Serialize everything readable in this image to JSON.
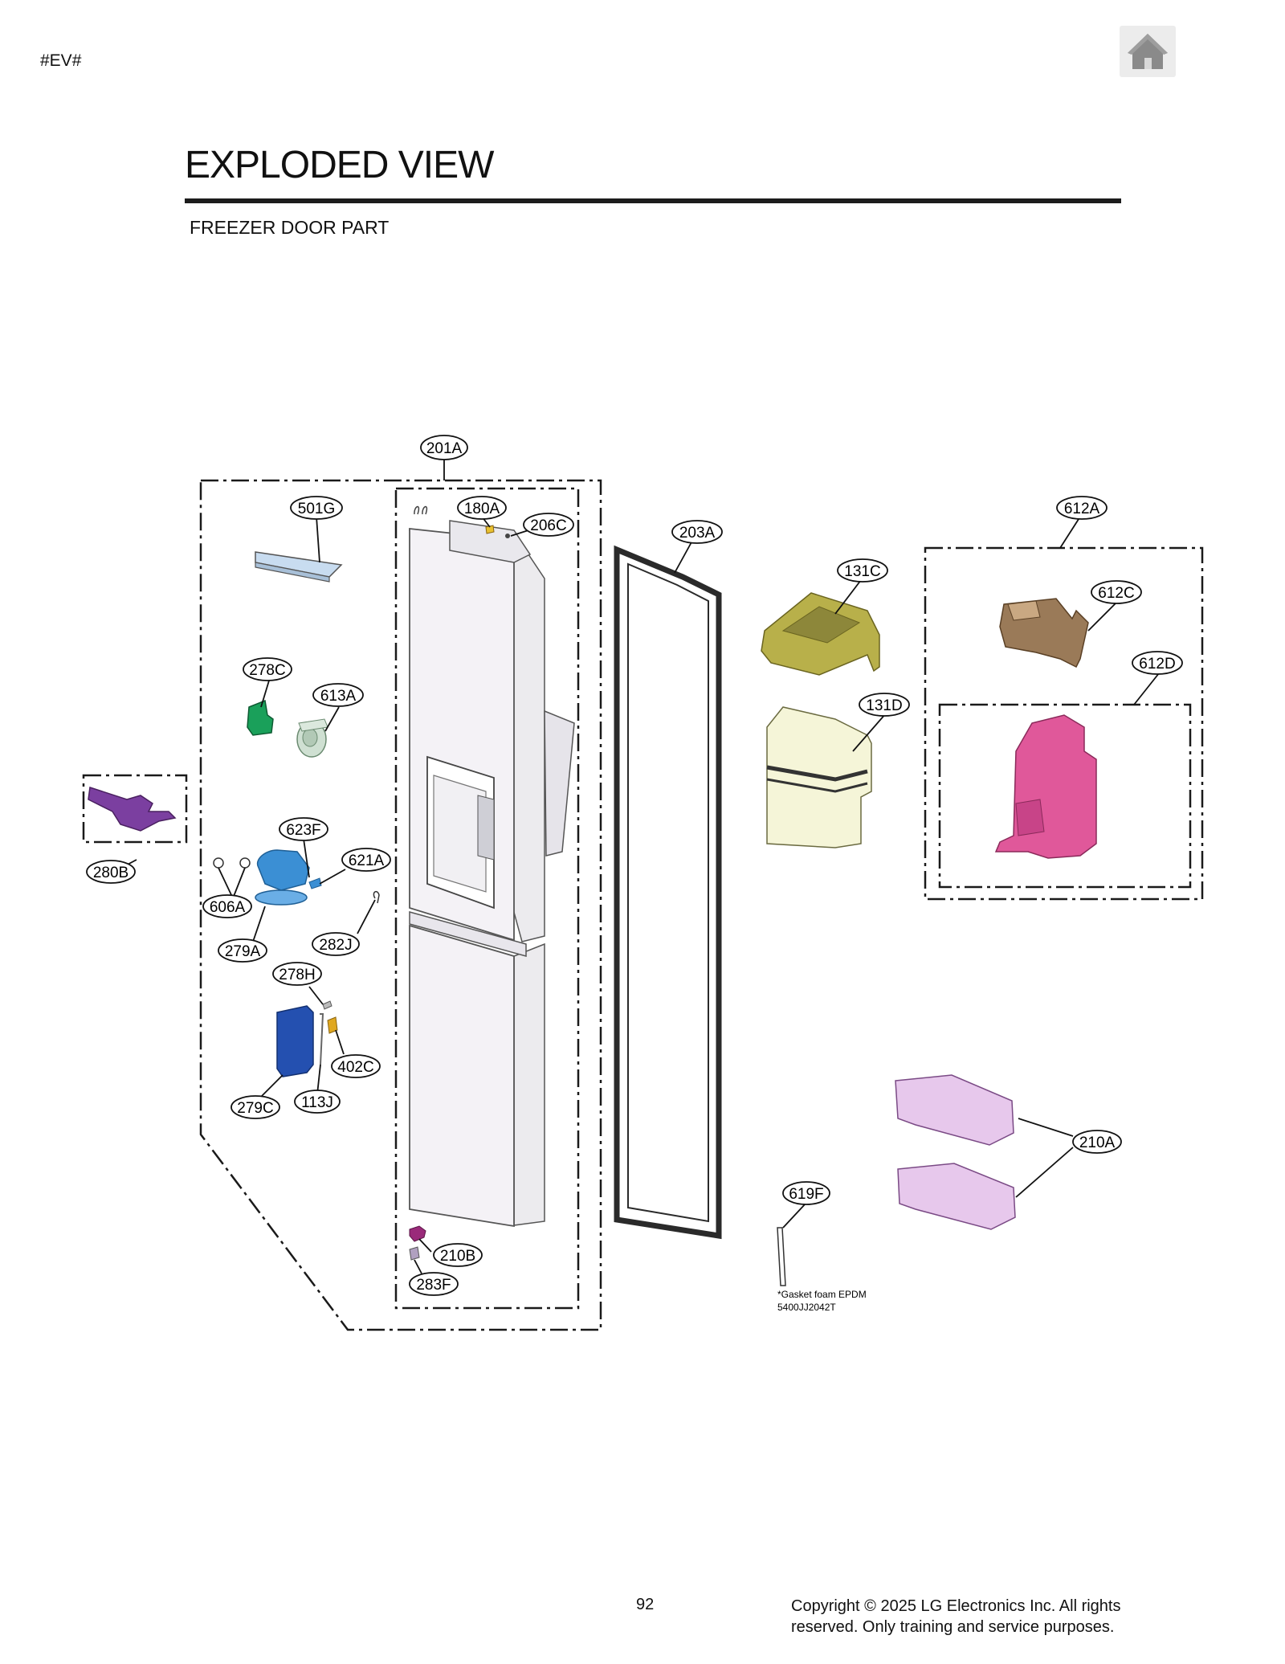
{
  "header": {
    "tag": "#EV#",
    "title": "EXPLODED VIEW",
    "subtitle": "FREEZER DOOR PART",
    "home_icon": "home-icon"
  },
  "colors": {
    "frame_line": "#1a1a1a",
    "door": "#f4f2f6",
    "gasket": "#2a2a2a",
    "part_280B": "#7b3fa0",
    "part_278C": "#1aa05a",
    "part_613A": "#bfd6c4",
    "part_623F": "#3b8fd4",
    "part_279C": "#2450b0",
    "part_402C": "#e0a820",
    "part_131C": "#b8b04a",
    "part_131D": "#f5f5d8",
    "part_612C": "#9a7a58",
    "part_612D": "#e0589a",
    "part_210A": "#e7c8ec",
    "part_501G": "#c8dcf0",
    "part_210B": "#9a2a7a"
  },
  "callouts": [
    "201A",
    "501G",
    "180A",
    "206C",
    "203A",
    "612A",
    "131C",
    "612C",
    "612D",
    "278C",
    "613A",
    "131D",
    "280B",
    "623F",
    "621A",
    "606A",
    "282J",
    "279A",
    "278H",
    "402C",
    "113J",
    "279C",
    "210A",
    "619F",
    "210B",
    "283F"
  ],
  "note": {
    "line1": "*Gasket foam EPDM",
    "line2": "5400JJ2042T"
  },
  "footer": {
    "page_number": "92",
    "copyright_line1": "Copyright © 2025 LG Electronics Inc. All rights",
    "copyright_line2": "reserved. Only training and service purposes."
  }
}
